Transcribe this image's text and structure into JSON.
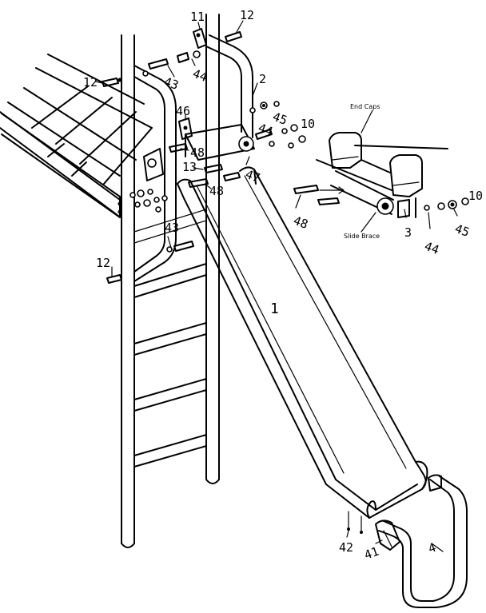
{
  "diagram": {
    "labels": {
      "p1": "1",
      "p2": "2",
      "p3": "3",
      "p4": "4",
      "p10_top": "10",
      "p10_right": "10",
      "p11": "11",
      "p12_top": "12",
      "p12_left_upper": "12",
      "p12_left_lower": "12",
      "p13": "13",
      "p41": "41",
      "p42": "42",
      "p43_top": "43",
      "p43_mid": "43",
      "p44_top": "44",
      "p44_mid": "44",
      "p44_right": "44",
      "p45_mid": "45",
      "p45_right": "45",
      "p46": "46",
      "p47": "47",
      "p48_mid": "48",
      "p48_center": "48",
      "p48_detail": "48"
    },
    "callouts": {
      "end_caps": "End Caps",
      "slide_brace": "Slide Brace"
    }
  }
}
